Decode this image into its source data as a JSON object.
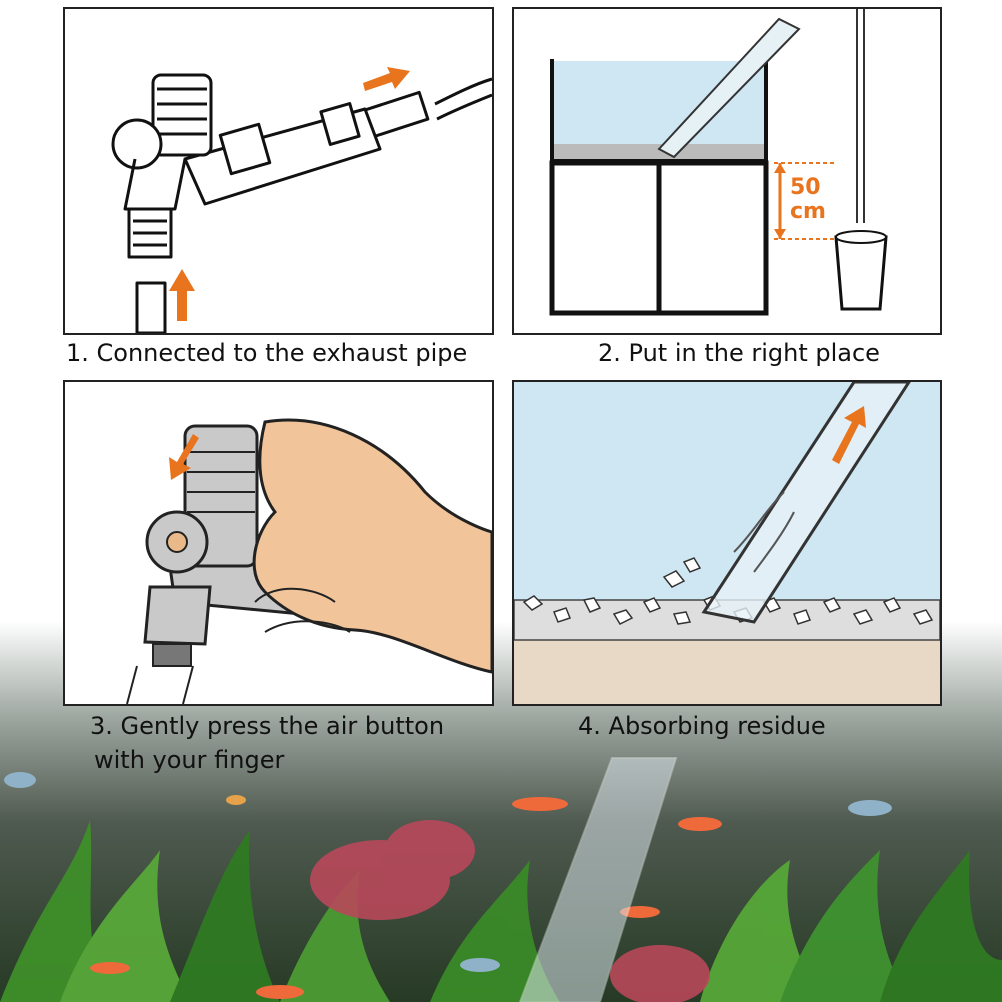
{
  "steps": [
    {
      "caption": "1. Connected to the exhaust pipe"
    },
    {
      "caption": "2. Put in the right place"
    },
    {
      "caption": "3. Gently press the air button",
      "caption_line2": "with your finger"
    },
    {
      "caption": "4. Absorbing residue"
    }
  ],
  "measurement": {
    "value": "50",
    "unit": "cm"
  },
  "colors": {
    "arrow": "#e8741e",
    "water": "#cfe7f3",
    "sand": "#e8d8c6",
    "device": "#c9c9c9"
  }
}
